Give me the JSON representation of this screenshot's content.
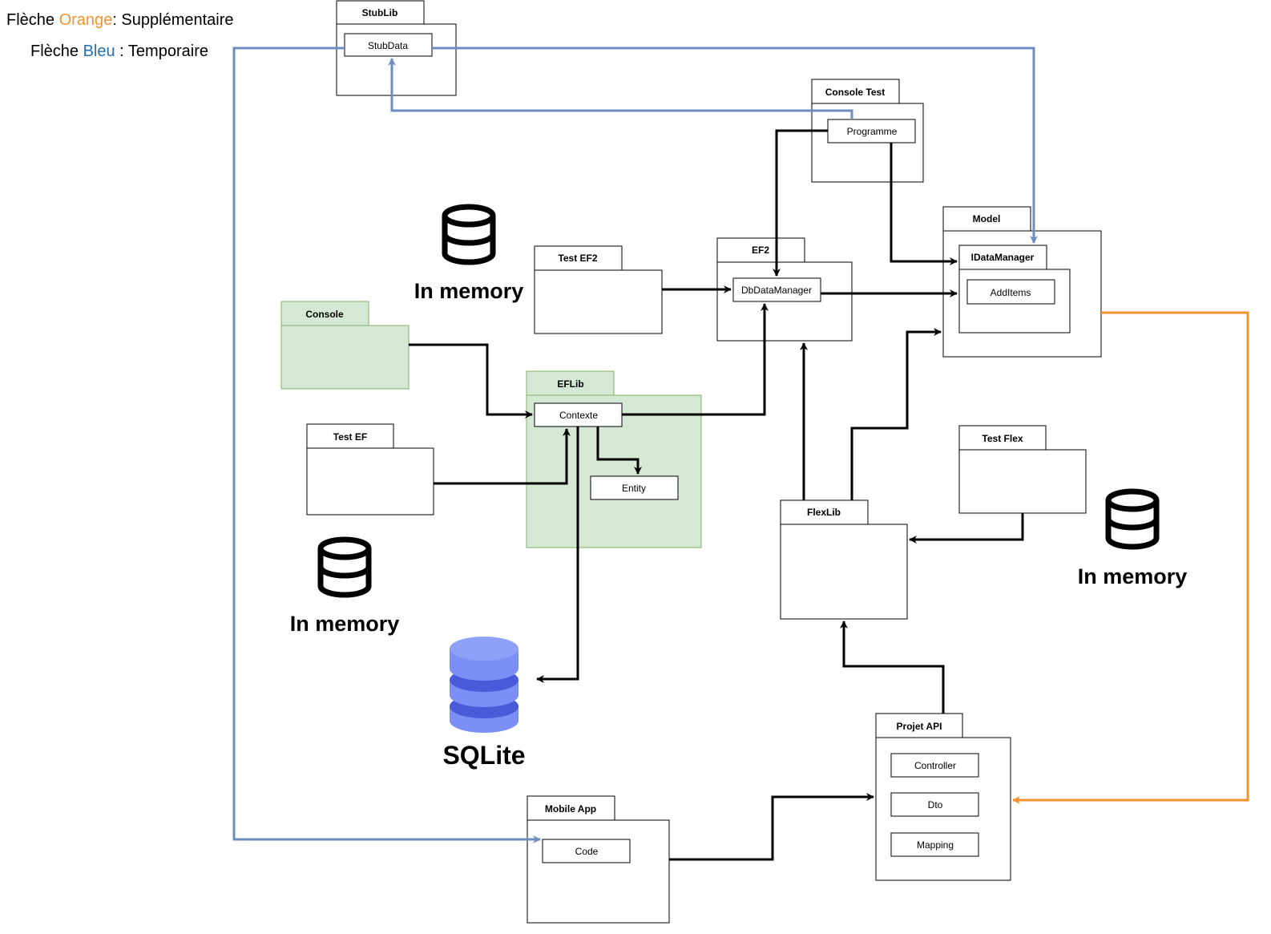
{
  "legend": {
    "orange_line": {
      "prefix": "Flèche ",
      "color_word": "Orange",
      "suffix": ": Supplémentaire"
    },
    "blue_line": {
      "prefix": "Flèche ",
      "color_word": "Bleu",
      "suffix": " : Temporaire"
    }
  },
  "colors": {
    "orange_arrow": "#f5922d",
    "blue_arrow": "#6c8ebf",
    "green_fill": "#d5e8d4",
    "green_stroke": "#82b366",
    "sqlite_blue": "#7b8ff7",
    "sqlite_dark": "#4a5bd9"
  },
  "packages": {
    "stublib": {
      "label": "StubLib",
      "inner": [
        "StubData"
      ]
    },
    "console_test": {
      "label": "Console Test",
      "inner": [
        "Programme"
      ]
    },
    "model": {
      "label": "Model",
      "inner_package": "IDataManager",
      "inner": [
        "AddItems"
      ]
    },
    "test_ef2": {
      "label": "Test EF2"
    },
    "ef2": {
      "label": "EF2",
      "inner": [
        "DbDataManager"
      ]
    },
    "console": {
      "label": "Console"
    },
    "eflib": {
      "label": "EFLib",
      "inner": [
        "Contexte",
        "Entity"
      ]
    },
    "test_ef": {
      "label": "Test EF"
    },
    "flexlib": {
      "label": "FlexLib"
    },
    "test_flex": {
      "label": "Test Flex"
    },
    "projet_api": {
      "label": "Projet API",
      "inner": [
        "Controller",
        "Dto",
        "Mapping"
      ]
    },
    "mobile_app": {
      "label": "Mobile App",
      "inner": [
        "Code"
      ]
    }
  },
  "storage": {
    "in_memory_1": {
      "label": "In memory",
      "icon": "database-icon"
    },
    "in_memory_2": {
      "label": "In memory",
      "icon": "database-icon"
    },
    "in_memory_3": {
      "label": "In memory",
      "icon": "database-icon"
    },
    "sqlite": {
      "label": "SQLite",
      "icon": "sqlite-database-icon"
    }
  }
}
